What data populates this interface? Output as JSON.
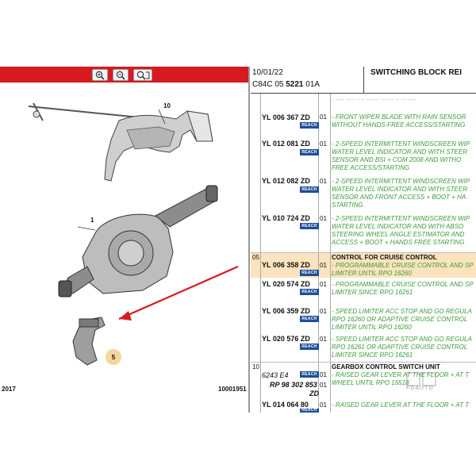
{
  "left": {
    "toolbar": [
      {
        "name": "zoom-in-icon"
      },
      {
        "name": "zoom-out-icon"
      },
      {
        "name": "zoom-fit-icon"
      }
    ],
    "callouts": {
      "c10": "10",
      "c1": "1",
      "c5": "5"
    },
    "date": "2017",
    "ref": "10001951",
    "colors": {
      "bar": "#d71920",
      "arrow": "#d71920"
    }
  },
  "header": {
    "date": "10/01/22",
    "code_prefix": "C84C 05 ",
    "code_bold": "5221",
    "code_suffix": " 01A",
    "title": "SWITCHING BLOCK REI"
  },
  "rows": [
    {
      "pn": "YL 006 367 ZD",
      "reach": "REACH",
      "qty": "01",
      "desc": [
        "- FRONT WIPER BLADE WITH RAIN SENSOR",
        "WITHOUT HANDS-FREE ACCESS/STARTING"
      ]
    },
    {
      "pn": "YL 012 081 ZD",
      "reach": "REACH",
      "qty": "01",
      "desc": [
        "- 2-SPEED INTERMITTENT WINDSCREEN WIP",
        "WATER LEVEL INDICATOR AND WITH STEER",
        "SENSOR AND BSI + COM 2008 AND WITHO",
        "FREE ACCESS/STARTING"
      ]
    },
    {
      "pn": "YL 012 082 ZD",
      "reach": "REACH",
      "qty": "01",
      "desc": [
        "- 2-SPEED INTERMITTENT WINDSCREEN WIP",
        "WATER LEVEL INDICATOR AND WITH STEER",
        "SENSOR AND FRONT ACCESS + BOOT + HA",
        "STARTING"
      ]
    },
    {
      "pn": "YL 010 724 ZD",
      "reach": "REACH",
      "qty": "01",
      "desc": [
        "- 2-SPEED INTERMITTENT WINDSCREEN WIP",
        "WATER LEVEL INDICATOR AND WITH ABSO",
        "STEERING WHEEL ANGLE ESTIMATOR AND",
        "ACCESS + BOOT + HANDS FREE STARTING"
      ]
    },
    {
      "pn": "YL 006 358 ZD",
      "reach": "REACH",
      "qty": "01",
      "section": "05",
      "title": "CONTROL FOR CRUISE CONTROL",
      "desc": [
        "- PROGRAMMABLE CRUISE CONTROL AND SP",
        "LIMITER UNTIL RPO 16260"
      ]
    },
    {
      "pn": "YL 020 574 ZD",
      "reach": "REACH",
      "qty": "01",
      "desc": [
        "- PROGRAMMABLE CRUISE CONTROL AND SP",
        "LIMITER SINCE RPO 16261"
      ]
    },
    {
      "pn": "YL 006 359 ZD",
      "reach": "REACH",
      "qty": "01",
      "desc": [
        "- SPEED LIMITER ACC STOP AND GO REGULA",
        "RPO 16260 OR ADAPTIVE CRUISE CONTROL",
        "LIMITER UNTIL RPO 16260"
      ]
    },
    {
      "pn": "YL 020 576 ZD",
      "reach": "REACH",
      "qty": "01",
      "desc": [
        "- SPEED LIMITER ACC STOP AND GO REGULA",
        "RPO 16261 OR ADAPTIVE CRUISE CONTROL",
        "LIMITER SINCE RPO 16261"
      ]
    },
    {
      "pn": "6243 E4",
      "reach": "REACH",
      "qty": "01",
      "section": "10",
      "title": "GEARBOX CONTROL SWITCH UNIT",
      "desc": [
        "- RAISED GEAR LEVER AT THE FLOOR + AT T",
        "WHEEL UNTIL RPO 15518"
      ]
    },
    {
      "pn": "RP 98 302 853",
      "pn2": "ZD",
      "qty": "01",
      "desc": []
    },
    {
      "pn": "YL 014 064 80",
      "reach": "REACH",
      "qty": "01",
      "desc": [
        "- RAISED GEAR LEVER AT THE FLOOR + AT T"
      ]
    }
  ],
  "top_cut": "- ---- ---- ---- ------ ------ -- -------",
  "watermark": "FDAUTO",
  "colors": {
    "desc": "#3a9c3a",
    "reach": "#1f4e9a",
    "highlight": "#fbe3bd"
  }
}
